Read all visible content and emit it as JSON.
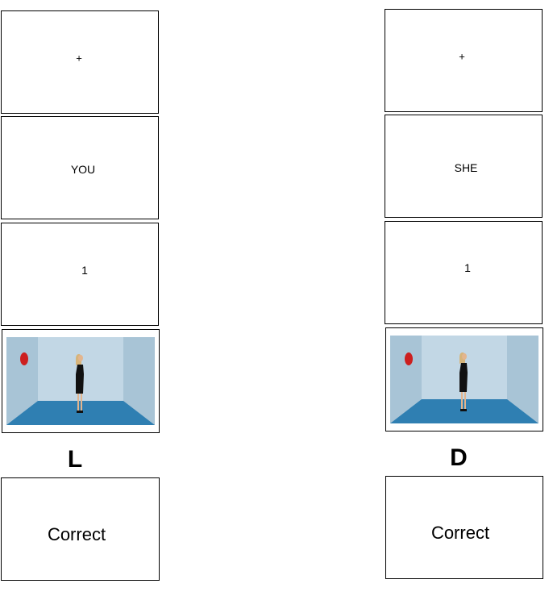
{
  "left_sequence": {
    "fixation": "+",
    "perspective": "YOU",
    "number": "1",
    "response_key": "L",
    "feedback": "Correct"
  },
  "right_sequence": {
    "fixation": "+",
    "perspective": "SHE",
    "number": "1",
    "response_key": "D",
    "feedback": "Correct"
  },
  "scene": {
    "colors": {
      "back_wall": "#c2d7e5",
      "side_wall": "#a8c4d6",
      "floor": "#2f7fb2",
      "disc": "#cc1f1f",
      "dress": "#111111",
      "skin": "#e3b58e",
      "hair": "#d6b47a"
    }
  }
}
